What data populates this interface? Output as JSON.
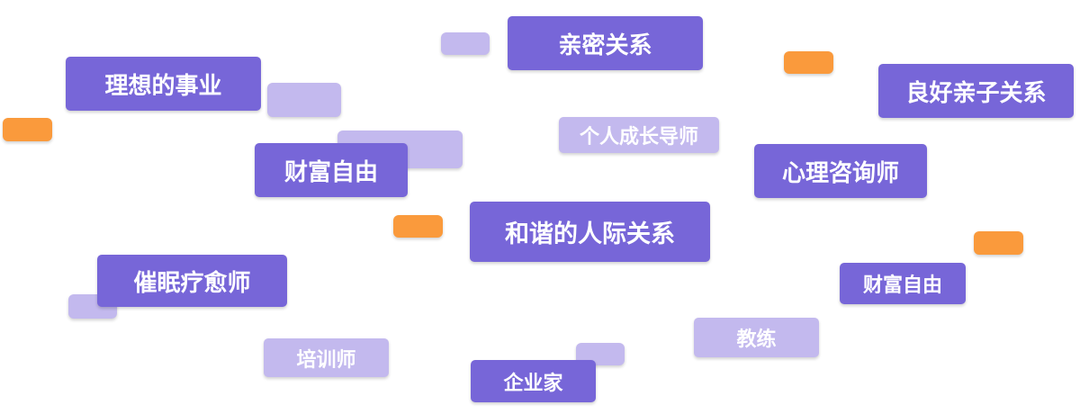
{
  "colors": {
    "dark_purple": "#7766d8",
    "light_purple": "#c3b9ee",
    "orange": "#fa9a3c",
    "text": "#ffffff"
  },
  "tags": {
    "intimate_relationship": "亲密关系",
    "ideal_career": "理想的事业",
    "good_parent_child": "良好亲子关系",
    "growth_mentor": "个人成长导师",
    "wealth_freedom_main": "财富自由",
    "psych_counselor": "心理咨询师",
    "harmonious_relations": "和谐的人际关系",
    "hypnotherapist": "催眠疗愈师",
    "wealth_freedom_small": "财富自由",
    "coach": "教练",
    "trainer": "培训师",
    "entrepreneur": "企业家"
  }
}
